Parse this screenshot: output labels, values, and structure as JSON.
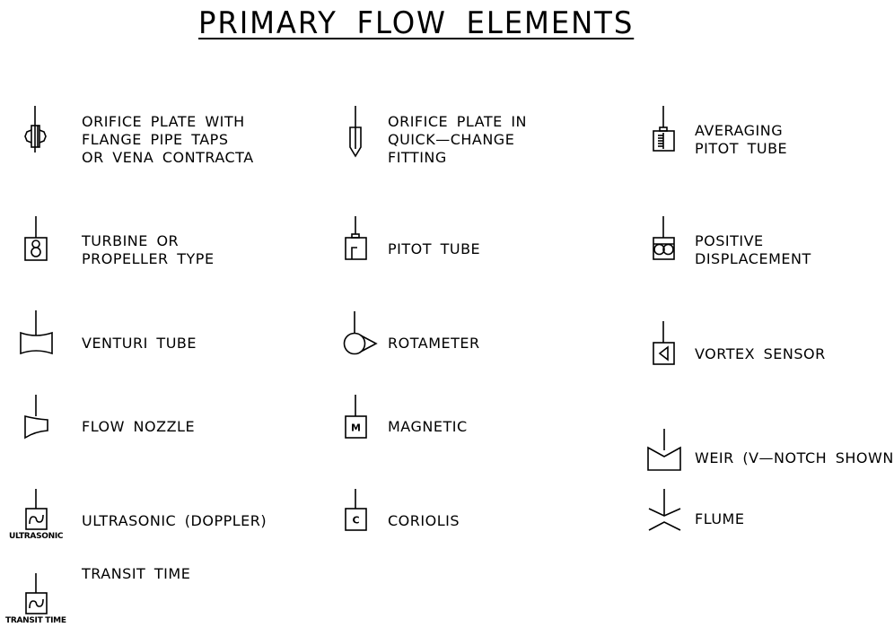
{
  "title": "PRIMARY FLOW ELEMENTS",
  "elements": [
    {
      "id": "orifice-plate-flange-taps",
      "icon": "orifice-plate-flange-icon",
      "lines": [
        "ORIFICE PLATE WITH",
        "FLANGE PIPE TAPS",
        "OR VENA CONTRACTA"
      ]
    },
    {
      "id": "orifice-plate-quick-change",
      "icon": "orifice-quick-change-icon",
      "lines": [
        "ORIFICE PLATE IN",
        "QUICK—CHANGE",
        "FITTING"
      ]
    },
    {
      "id": "averaging-pitot-tube",
      "icon": "averaging-pitot-tube-icon",
      "lines": [
        "AVERAGING",
        "PITOT TUBE"
      ]
    },
    {
      "id": "turbine",
      "icon": "turbine-icon",
      "lines": [
        "TURBINE OR",
        "PROPELLER TYPE"
      ]
    },
    {
      "id": "pitot-tube",
      "icon": "pitot-tube-icon",
      "lines": [
        "PITOT TUBE"
      ]
    },
    {
      "id": "positive-displacement",
      "icon": "positive-displacement-icon",
      "lines": [
        "POSITIVE",
        "DISPLACEMENT"
      ]
    },
    {
      "id": "venturi-tube",
      "icon": "venturi-tube-icon",
      "lines": [
        "VENTURI TUBE"
      ]
    },
    {
      "id": "rotameter",
      "icon": "rotameter-icon",
      "lines": [
        "ROTAMETER"
      ]
    },
    {
      "id": "vortex-sensor",
      "icon": "vortex-sensor-icon",
      "lines": [
        "VORTEX SENSOR"
      ]
    },
    {
      "id": "flow-nozzle",
      "icon": "flow-nozzle-icon",
      "lines": [
        "FLOW NOZZLE"
      ]
    },
    {
      "id": "magnetic",
      "icon": "magnetic-icon",
      "lines": [
        "MAGNETIC"
      ],
      "symbol_letter": "M"
    },
    {
      "id": "weir",
      "icon": "weir-icon",
      "lines": [
        "WEIR (V—NOTCH SHOWN)"
      ]
    },
    {
      "id": "ultrasonic-doppler",
      "icon": "ultrasonic-icon",
      "lines": [
        "ULTRASONIC (DOPPLER)"
      ],
      "symbol_caption": "ULTRASONIC"
    },
    {
      "id": "coriolis",
      "icon": "coriolis-icon",
      "lines": [
        "CORIOLIS"
      ],
      "symbol_letter": "C"
    },
    {
      "id": "flume",
      "icon": "flume-icon",
      "lines": [
        "FLUME"
      ]
    },
    {
      "id": "transit-time",
      "icon": "transit-time-icon",
      "lines": [
        "TRANSIT TIME"
      ],
      "symbol_caption": "TRANSIT TIME"
    }
  ]
}
